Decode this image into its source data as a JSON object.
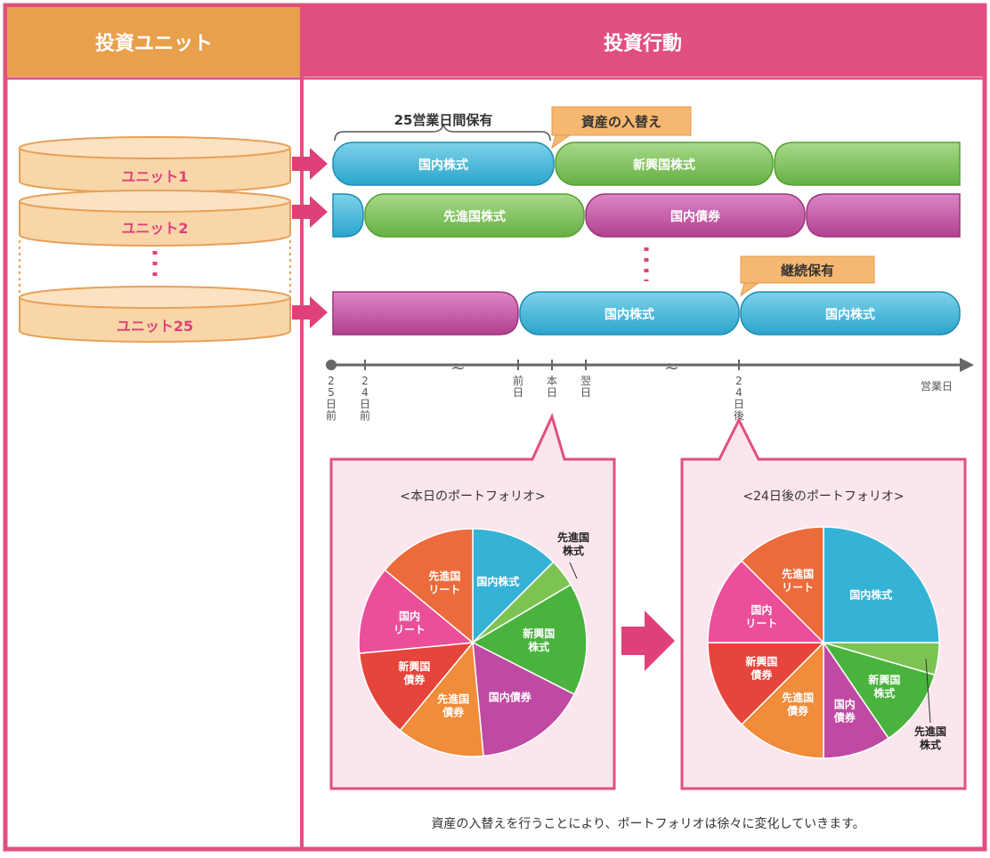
{
  "header": {
    "left_title": "投資ユニット",
    "right_title": "投資行動"
  },
  "units": {
    "unit1": "ユニット1",
    "unit2": "ユニット2",
    "unit25": "ユニット25"
  },
  "timeline": {
    "holding_period": "25営業日間保有",
    "swap_label": "資産の入替え",
    "continue_label": "継続保有",
    "row1_segments": [
      "国内株式",
      "新興国株式"
    ],
    "row2_segments": [
      "先進国株式",
      "国内債券"
    ],
    "row3_segments": [
      "国内株式",
      "国内株式"
    ],
    "ticks": [
      "25日前",
      "24日前",
      "前日",
      "本日",
      "翌日",
      "24日後"
    ],
    "axis_label": "営業日"
  },
  "portfolios": {
    "today_title": "<本日のポートフォリオ>",
    "later_title": "<24日後のポートフォリオ>",
    "labels": {
      "domestic_stock": "国内株式",
      "developed_stock": "先進国株式",
      "emerging_stock": "新興国株式",
      "domestic_bond": "国内債券",
      "developed_bond": "先進国債券",
      "emerging_bond": "新興国債券",
      "domestic_reit": "国内リート",
      "developed_reit": "先進国リート"
    }
  },
  "footnote": "資産の入替えを行うことにより、ポートフォリオは徐々に変化していきます。",
  "colors": {
    "header_left": "#e8a04c",
    "header_right": "#e0507e",
    "border": "#e0507e",
    "cylinder": "#f8d6a8",
    "cylinder_stroke": "#e7a05a",
    "unit_text": "#e0407a",
    "arrow": "#e0407a",
    "blue": "#35b3d6",
    "green": "#7cc354",
    "purple": "#c04aa3",
    "pie_green": "#4ab33e",
    "orange": "#f08c3a",
    "red": "#e6453b",
    "pink": "#eb4f9a",
    "orange_reit": "#ec6b3b",
    "callout": "#f6b770",
    "panel_bg": "#fbe6ee"
  }
}
